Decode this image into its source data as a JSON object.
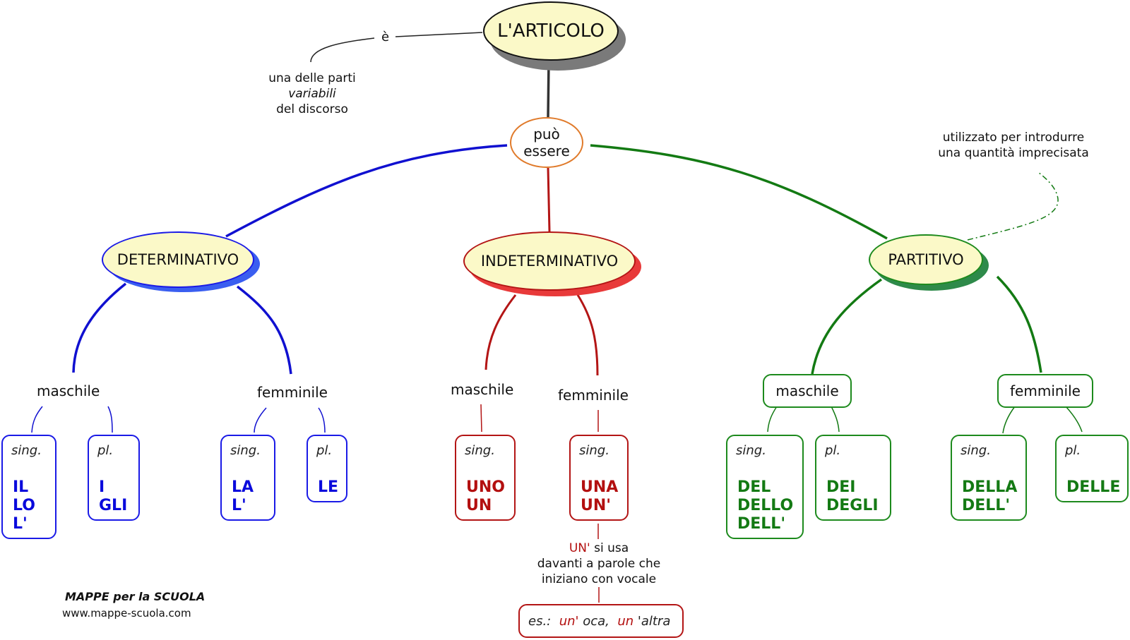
{
  "title": "L'ARTICOLO",
  "colors": {
    "determinativo": "#1a1ae6",
    "indeterminativo": "#b31515",
    "partitivo": "#1d8a1d",
    "node_fill": "#fbf9c8",
    "puo_border": "#e07a2a"
  },
  "root": {
    "label": "L'ARTICOLO",
    "link_label": "è",
    "description": {
      "line1": "una delle parti",
      "line2": "variabili",
      "line3": "del discorso"
    }
  },
  "connector": {
    "line1": "può",
    "line2": "essere"
  },
  "determinativo": {
    "label": "DETERMINATIVO",
    "maschile": {
      "label": "maschile",
      "sing": {
        "tag": "sing.",
        "forms": [
          "IL",
          "LO",
          "L'"
        ]
      },
      "pl": {
        "tag": "pl.",
        "forms": [
          "I",
          "GLI"
        ]
      }
    },
    "femminile": {
      "label": "femminile",
      "sing": {
        "tag": "sing.",
        "forms": [
          "LA",
          "L'"
        ]
      },
      "pl": {
        "tag": "pl.",
        "forms": [
          "LE"
        ]
      }
    }
  },
  "indeterminativo": {
    "label": "INDETERMINATIVO",
    "maschile": {
      "label": "maschile",
      "sing": {
        "tag": "sing.",
        "forms": [
          "UNO",
          "UN"
        ]
      }
    },
    "femminile": {
      "label": "femminile",
      "sing": {
        "tag": "sing.",
        "forms": [
          "UNA",
          "UN'"
        ]
      }
    },
    "note": {
      "highlight": "UN'",
      "line1_rest": " si usa",
      "line2": "davanti a parole che",
      "line3": "iniziano con vocale"
    },
    "example": {
      "prefix": "es.:",
      "w1_red": "un'",
      "w1_rest": "oca,",
      "w2_red": "un",
      "w2_rest": "'altra"
    }
  },
  "partitivo": {
    "label": "PARTITIVO",
    "note": {
      "line1": "utilizzato per introdurre",
      "line2": "una quantità imprecisata"
    },
    "maschile": {
      "label": "maschile",
      "sing": {
        "tag": "sing.",
        "forms": [
          "DEL",
          "DELLO",
          "DELL'"
        ]
      },
      "pl": {
        "tag": "pl.",
        "forms": [
          "DEI",
          "DEGLI"
        ]
      }
    },
    "femminile": {
      "label": "femminile",
      "sing": {
        "tag": "sing.",
        "forms": [
          "DELLA",
          "DELL'"
        ]
      },
      "pl": {
        "tag": "pl.",
        "forms": [
          "DELLE"
        ]
      }
    }
  },
  "footer": {
    "brand": "MAPPE per la SCUOLA",
    "url": "www.mappe-scuola.com"
  }
}
